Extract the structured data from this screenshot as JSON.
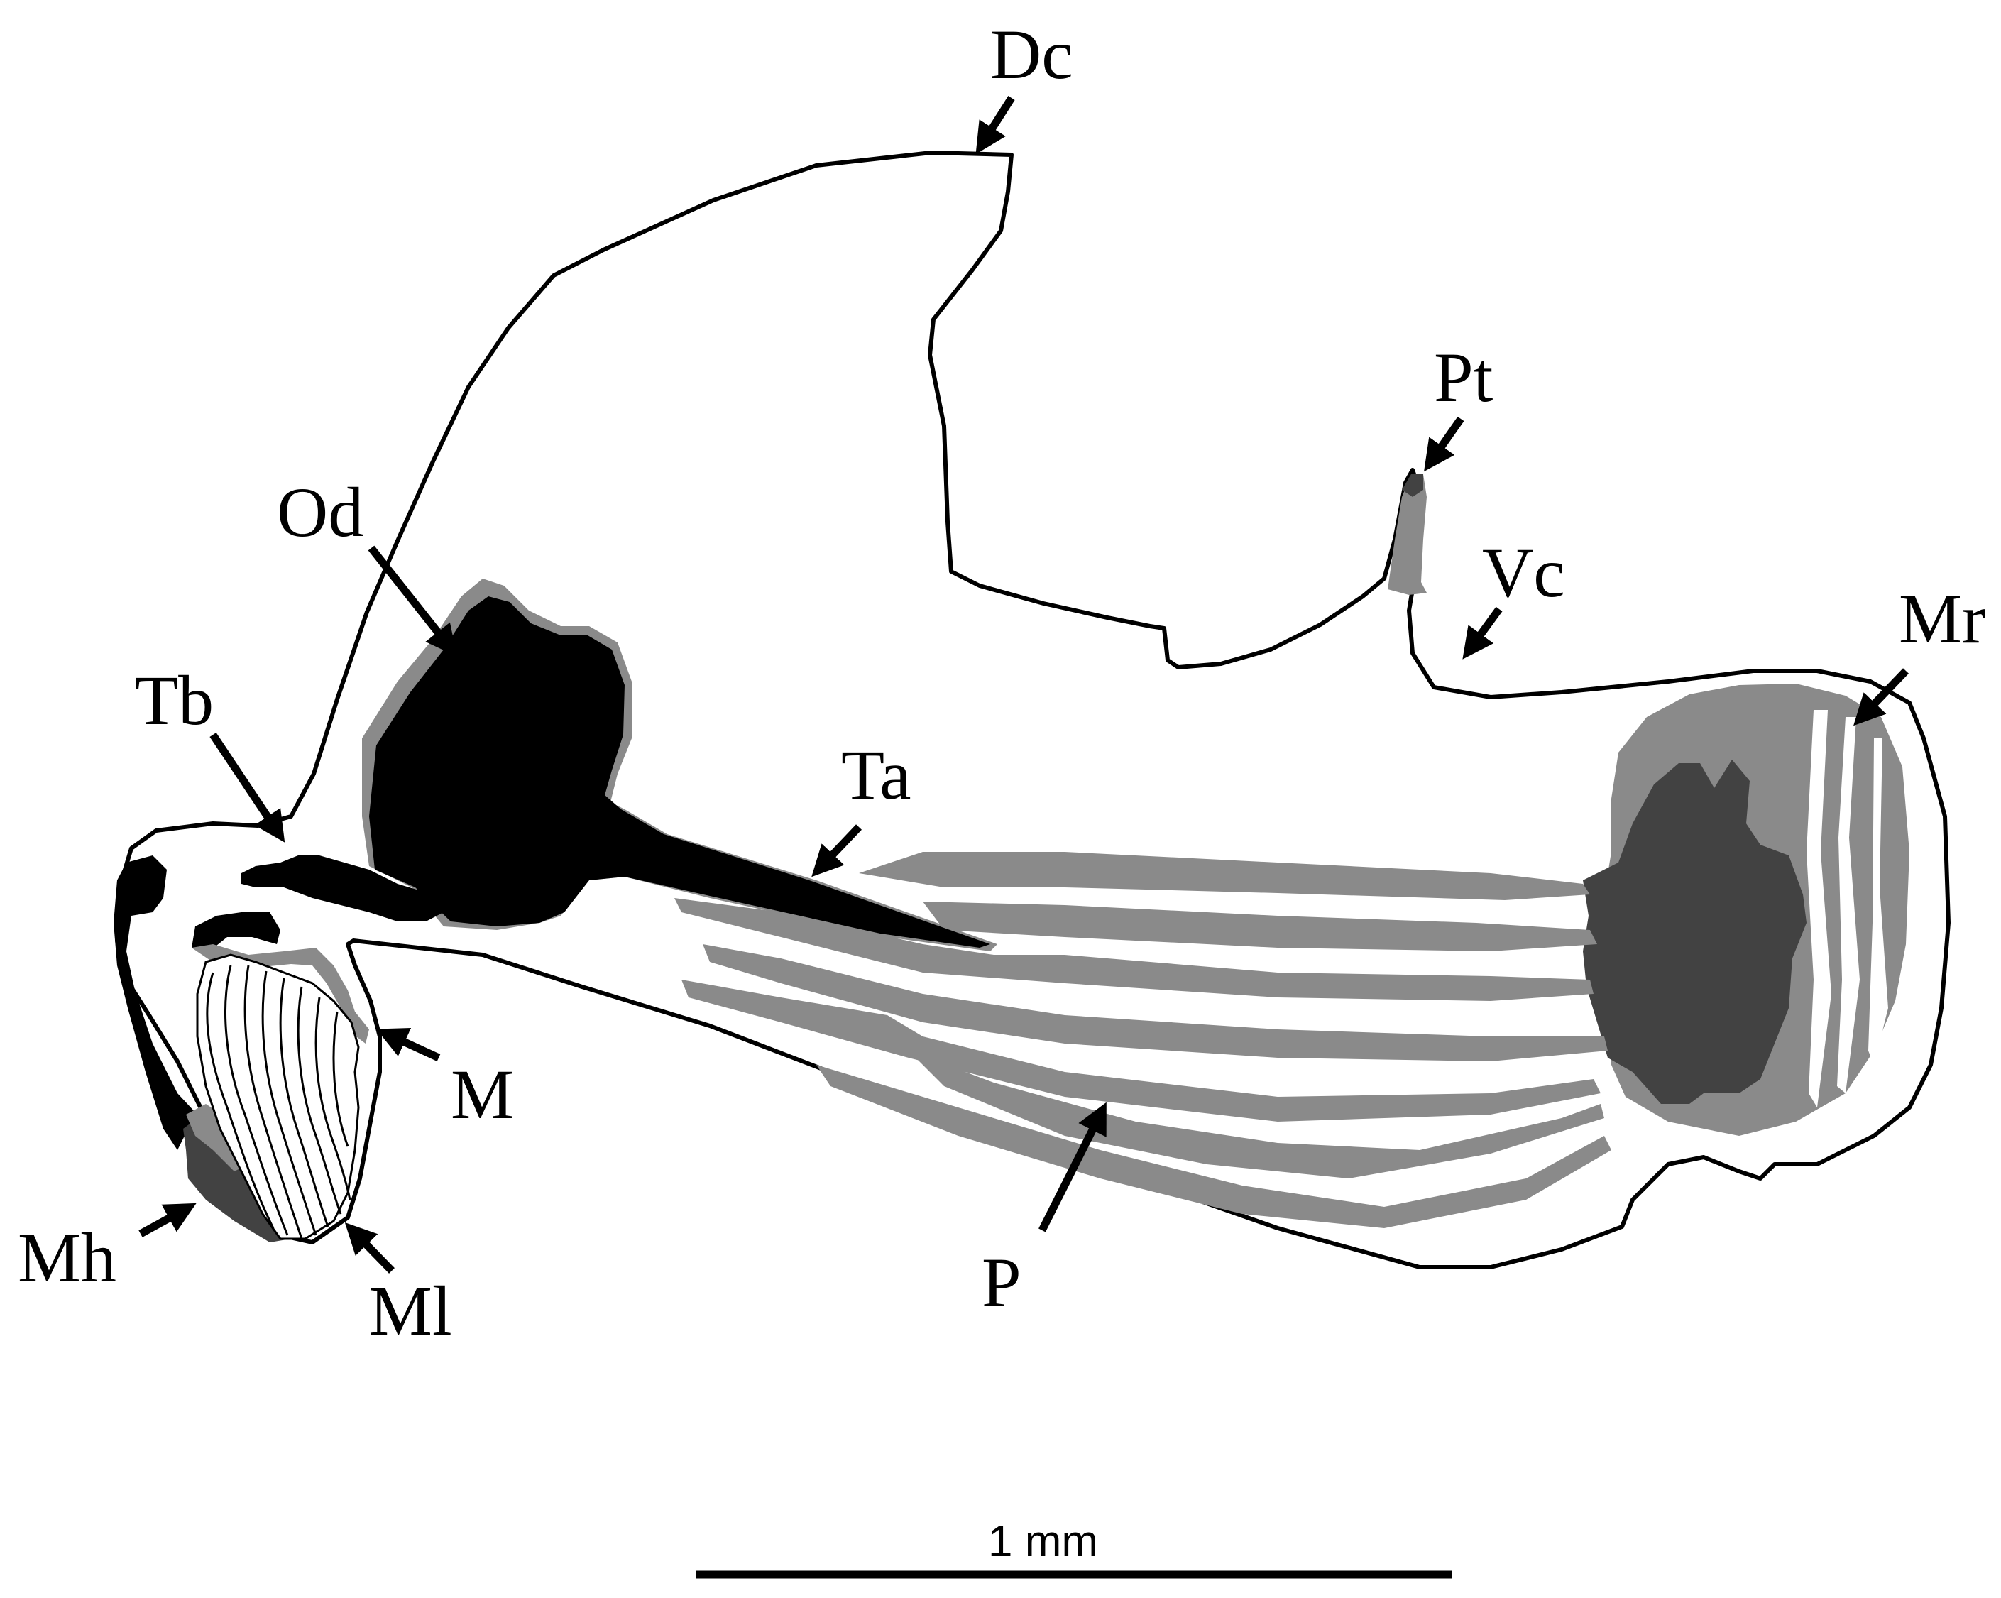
{
  "colors": {
    "background": "#ffffff",
    "outline": "#000000",
    "black_tissue": "#000000",
    "light_gray": "#8a8a8a",
    "dark_gray": "#424242"
  },
  "labels": {
    "dc": "Dc",
    "pt": "Pt",
    "vc": "Vc",
    "od": "Od",
    "mr": "Mr",
    "tb": "Tb",
    "ta": "Ta",
    "m": "M",
    "mh": "Mh",
    "ml": "Ml",
    "p": "P"
  },
  "scale_bar": {
    "label": "1 mm"
  }
}
